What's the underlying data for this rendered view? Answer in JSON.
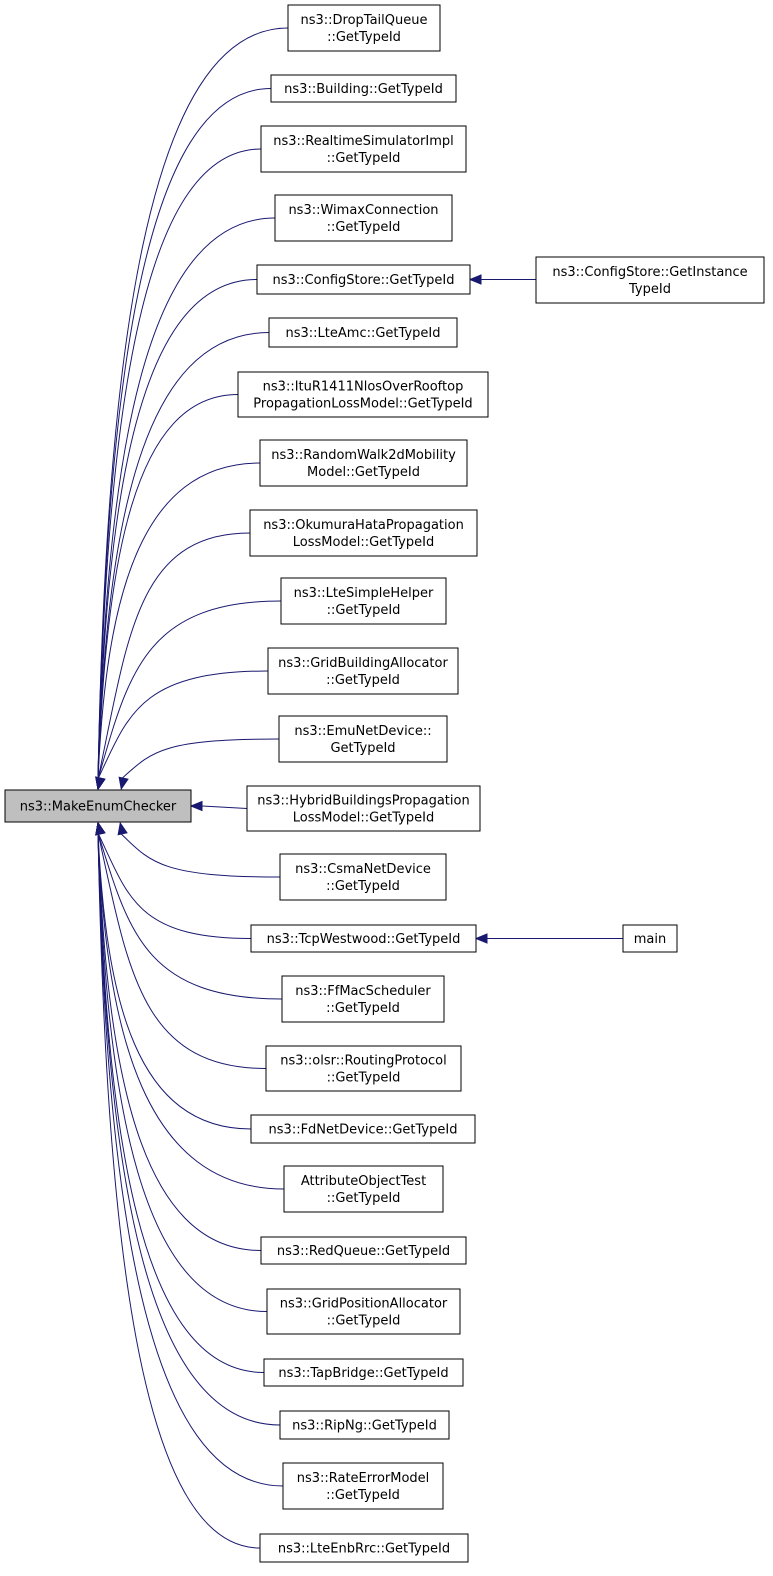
{
  "graph": {
    "root": {
      "id": "root",
      "lines": [
        "ns3::MakeEnumChecker"
      ]
    },
    "callers": [
      {
        "id": "n1",
        "lines": [
          "ns3::DropTailQueue",
          "::GetTypeId"
        ]
      },
      {
        "id": "n2",
        "lines": [
          "ns3::Building::GetTypeId"
        ]
      },
      {
        "id": "n3",
        "lines": [
          "ns3::RealtimeSimulatorImpl",
          "::GetTypeId"
        ]
      },
      {
        "id": "n4",
        "lines": [
          "ns3::WimaxConnection",
          "::GetTypeId"
        ]
      },
      {
        "id": "n5",
        "lines": [
          "ns3::ConfigStore::GetTypeId"
        ]
      },
      {
        "id": "n6",
        "lines": [
          "ns3::LteAmc::GetTypeId"
        ]
      },
      {
        "id": "n7",
        "lines": [
          "ns3::ItuR1411NlosOverRooftop",
          "PropagationLossModel::GetTypeId"
        ]
      },
      {
        "id": "n8",
        "lines": [
          "ns3::RandomWalk2dMobility",
          "Model::GetTypeId"
        ]
      },
      {
        "id": "n9",
        "lines": [
          "ns3::OkumuraHataPropagation",
          "LossModel::GetTypeId"
        ]
      },
      {
        "id": "n10",
        "lines": [
          "ns3::LteSimpleHelper",
          "::GetTypeId"
        ]
      },
      {
        "id": "n11",
        "lines": [
          "ns3::GridBuildingAllocator",
          "::GetTypeId"
        ]
      },
      {
        "id": "n12",
        "lines": [
          "ns3::EmuNetDevice::",
          "GetTypeId"
        ]
      },
      {
        "id": "n13",
        "lines": [
          "ns3::HybridBuildingsPropagation",
          "LossModel::GetTypeId"
        ]
      },
      {
        "id": "n14",
        "lines": [
          "ns3::CsmaNetDevice",
          "::GetTypeId"
        ]
      },
      {
        "id": "n15",
        "lines": [
          "ns3::TcpWestwood::GetTypeId"
        ]
      },
      {
        "id": "n16",
        "lines": [
          "ns3::FfMacScheduler",
          "::GetTypeId"
        ]
      },
      {
        "id": "n17",
        "lines": [
          "ns3::olsr::RoutingProtocol",
          "::GetTypeId"
        ]
      },
      {
        "id": "n18",
        "lines": [
          "ns3::FdNetDevice::GetTypeId"
        ]
      },
      {
        "id": "n19",
        "lines": [
          "AttributeObjectTest",
          "::GetTypeId"
        ]
      },
      {
        "id": "n20",
        "lines": [
          "ns3::RedQueue::GetTypeId"
        ]
      },
      {
        "id": "n21",
        "lines": [
          "ns3::GridPositionAllocator",
          "::GetTypeId"
        ]
      },
      {
        "id": "n22",
        "lines": [
          "ns3::TapBridge::GetTypeId"
        ]
      },
      {
        "id": "n23",
        "lines": [
          "ns3::RipNg::GetTypeId"
        ]
      },
      {
        "id": "n24",
        "lines": [
          "ns3::RateErrorModel",
          "::GetTypeId"
        ]
      },
      {
        "id": "n25",
        "lines": [
          "ns3::LteEnbRrc::GetTypeId"
        ]
      }
    ],
    "secondary": [
      {
        "id": "s1",
        "lines": [
          "ns3::ConfigStore::GetInstance",
          "TypeId"
        ],
        "calls": "n5"
      },
      {
        "id": "s2",
        "lines": [
          "main"
        ],
        "calls": "n15"
      }
    ],
    "colors": {
      "edge": "#191970",
      "root_fill": "#bfbfbf",
      "node_fill": "#ffffff"
    }
  }
}
